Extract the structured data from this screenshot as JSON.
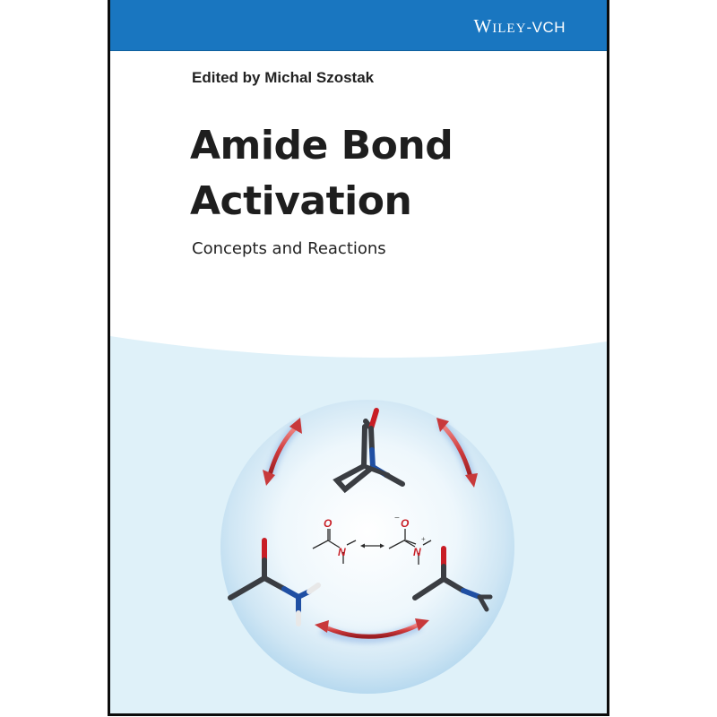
{
  "cover": {
    "publisher": {
      "name_primary": "Wiley",
      "name_secondary": "-VCH",
      "band_color": "#1976c0"
    },
    "editor_line": "Edited by Michal Szostak",
    "title_lines": [
      "Amide Bond",
      "Activation"
    ],
    "subtitle": "Concepts and Reactions",
    "background": {
      "upper_color": "#ffffff",
      "lower_color": "#dff1f9"
    },
    "illustration": {
      "sphere_color": "#c9e4f4",
      "arrow_color": "#c8393b",
      "atom_colors": {
        "carbon": "#3a3d42",
        "oxygen": "#c81d25",
        "nitrogen": "#1f4fa3",
        "hydrogen": "#e8e8e8"
      },
      "resonance": {
        "left": {
          "oxygen_label": "O",
          "nitrogen_label": "N"
        },
        "arrow": "↔",
        "right": {
          "oxygen_label": "O",
          "oxygen_charge": "−",
          "nitrogen_label": "N",
          "nitrogen_charge": "+"
        }
      }
    }
  }
}
